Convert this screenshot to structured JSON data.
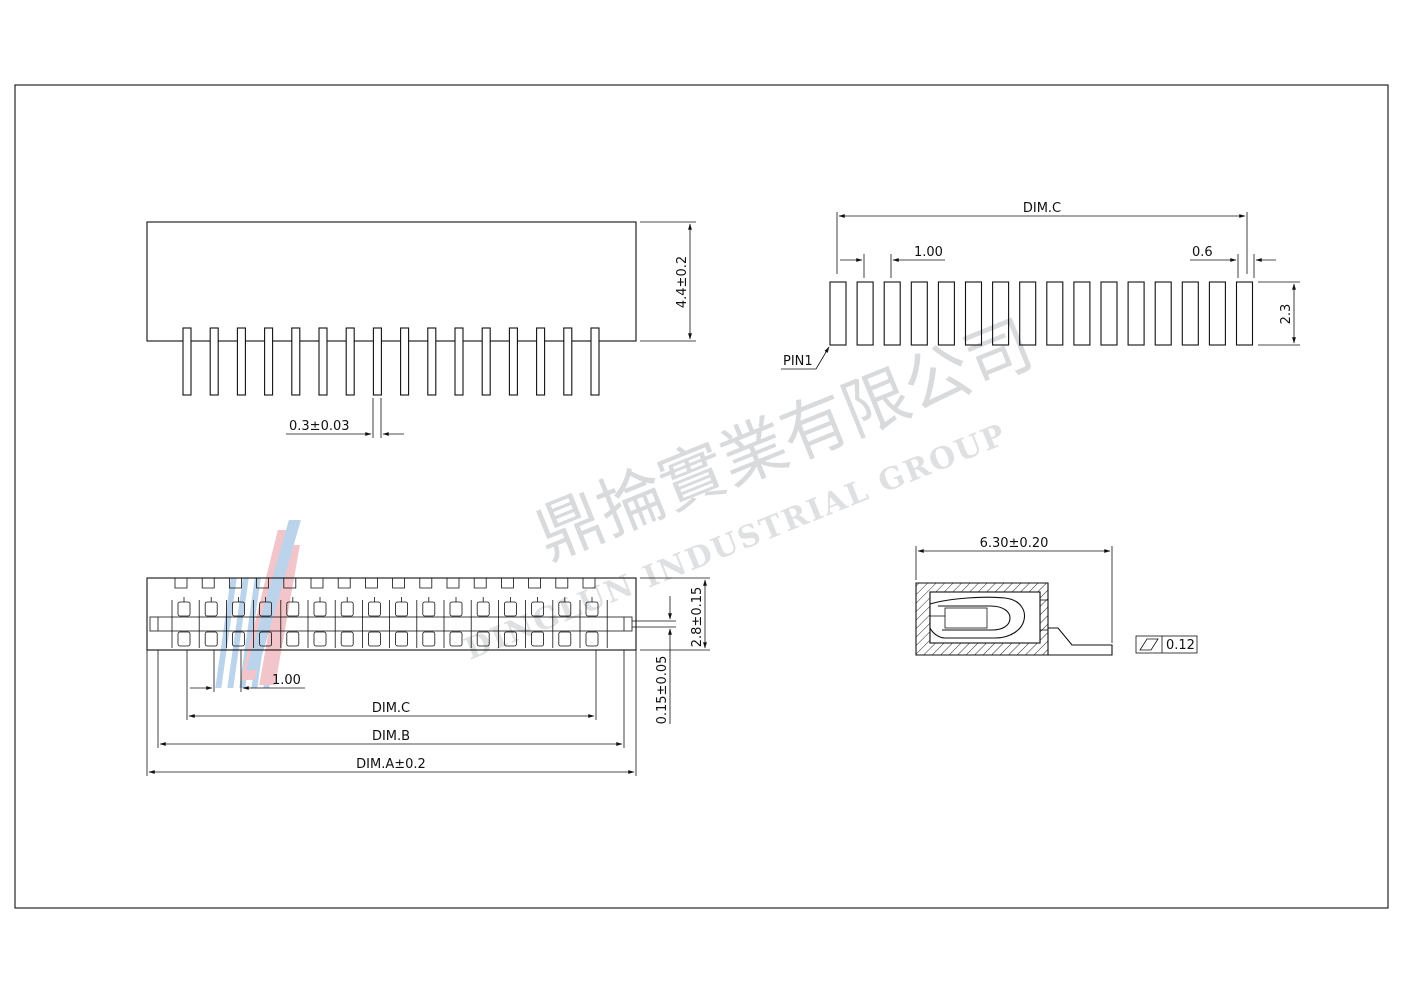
{
  "drawing": {
    "top_view": {
      "height_dim": "4.4±0.2",
      "pin_width_dim": "0.3±0.03",
      "pin_count": 16
    },
    "side_view": {
      "dim_c": "DIM.C",
      "pitch": "1.00",
      "pin_thickness": "0.6",
      "height_dim": "2.3",
      "pin1_label": "PIN1",
      "pin_count": 16
    },
    "front_view": {
      "pitch": "1.00",
      "dim_c": "DIM.C",
      "dim_b": "DIM.B",
      "dim_a": "DIM.A±0.2",
      "height_dim": "2.8±0.15",
      "standoff_dim": "0.15±0.05",
      "slot_count": 16
    },
    "section_view": {
      "width_dim": "6.30±0.20",
      "flatness_value": "0.12"
    }
  },
  "watermark": {
    "chinese": "鼎掄實業有限公司",
    "english": "DINGLUN INDUSTRIAL GROUP"
  },
  "colors": {
    "line": "#111111",
    "watermark_blue": "#8fb8e0",
    "watermark_red": "#e8a0a8"
  }
}
